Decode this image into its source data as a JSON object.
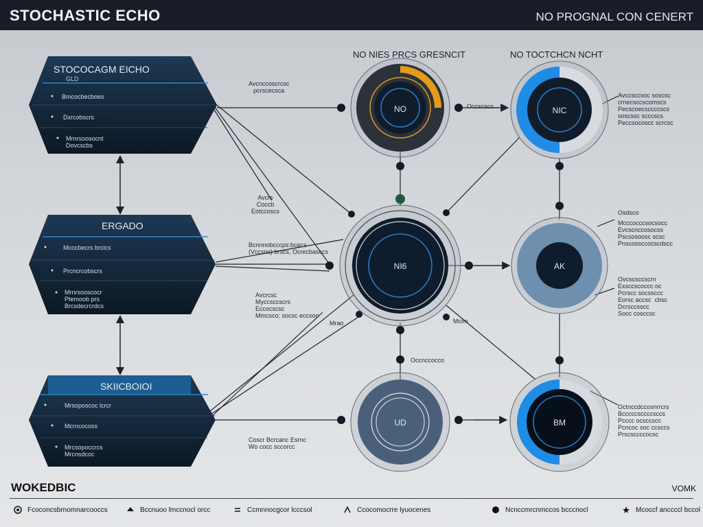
{
  "header": {
    "title": "STOCHASTIC ECHO",
    "subtitle": "NO PROGNAL CON CENERT"
  },
  "column_headers": {
    "left": "NO  NIES PRCS GRESNCIT",
    "right": "NO  TOCTCHCN NCHT"
  },
  "panels": [
    {
      "title": "STOCOCAGM EICHO",
      "sub": "GLD",
      "items": [
        "Bmcocbecboes",
        "Dxrcobscrs",
        "Mrnrsoosocnt\nDovcscbs"
      ]
    },
    {
      "title": "ERGADO",
      "sub": "",
      "items": [
        "Mcocbecrs brcics",
        "Prcncrcobscrs",
        "Mrnrsooscocr\nPtemoob prs\nBrcsdecrcrdcs"
      ]
    },
    {
      "title": "SKIICBOIOI",
      "sub": "",
      "items": [
        "Mrsoposcoc lcrcr",
        "Mcrncocoss",
        "Mrcsopoccrcs\nMrcnsdcoc"
      ]
    }
  ],
  "nodes": {
    "top_left": "NO",
    "top_right": "NIC",
    "mid_left": "NI6",
    "mid_right": "AK",
    "bot_left": "UD",
    "bot_right": "BM"
  },
  "annotations": {
    "a1": "Avcnccoscrcsc\npcrscecsca",
    "a2": "Occscsco",
    "a3": "Avcrs\nCoccb\nEotccoscs",
    "a4": "Bcnnnobcccps:bcecs\n(Vccsnc) brscs, Ocrecbasccs",
    "a5": "Avcrcsc\nMyccsccscrs\nEccocscsc\nMmcsco; socsc eccsoo",
    "a6": "Mrao",
    "a7": "Mcim",
    "a8": "Occnccocco",
    "a9": "Coscr Bcrcanc Esrnc\nWo cocc sccorcc",
    "r1": "Avccsccsoc soscsc\ncrnecsccscomscs\nPecscoecsccccscs\nsoscssc scccscs\nPeccsocoscc scrcsc",
    "r2": "Osdsco",
    "r3": "Mcccocccsocsocc\nEvcscnccosocss\nPscsosoosc scsc\nPnscossccocscdscc",
    "r4": "Ovcscsccscrn\nExsccscoccc oc\nPcrscc socssccc\nEorsc accsc  cbsc\nDcrsccsscc\nSocc cosccsc",
    "r5": "Octnccdccosnrrcrs\nBcccccsccccsccs\nPcccc ocsccscc\nPcncoc soc ccsccs\nPrscsccccocsc"
  },
  "footer": {
    "title": "WOKEDBIC",
    "right": "VOMK",
    "legend": [
      {
        "icon": "circle-icon",
        "label": "Fcoconcsbrnomnarcooccs"
      },
      {
        "icon": "arrow-icon",
        "label": "Bccnuoo lmccnocl orcc"
      },
      {
        "icon": "swap-icon",
        "label": "Ccmnnocgcor lcccsol"
      },
      {
        "icon": "flow-icon",
        "label": "Ccocomocrre lyuocenes"
      },
      {
        "icon": "dot-icon",
        "label": "Ncnccmrcnmccos bcccnocl"
      },
      {
        "icon": "star-icon",
        "label": "Mcoccf anccccl bccol"
      }
    ]
  },
  "colors": {
    "panel": "#10202f",
    "panel_edge": "#2b6f9f",
    "accent_blue": "#1f8ce6",
    "accent_orange": "#e39b1a",
    "node_dark": "#0e1c2d",
    "node_mid": "#49637f",
    "node_light": "#6e8fae"
  }
}
